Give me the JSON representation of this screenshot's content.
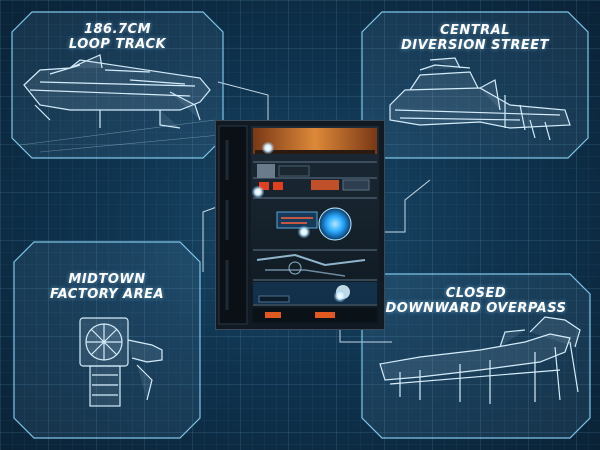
{
  "colors": {
    "background": "#0f3450",
    "panel_stroke": "#7fc4e8",
    "connector": "#e8f4ff",
    "accent_blue": "#2aa8ff",
    "accent_orange": "#ff8a2a"
  },
  "callouts": {
    "loop_track": {
      "line1": "186.7CM",
      "line2": "LOOP TRACK",
      "icon": "loop-track-model"
    },
    "central_diversion": {
      "line1": "CENTRAL",
      "line2": "DIVERSION STREET",
      "icon": "diversion-street-model"
    },
    "midtown_factory": {
      "line1": "MIDTOWN",
      "line2": "FACTORY AREA",
      "icon": "factory-fan-model"
    },
    "closed_overpass": {
      "line1": "CLOSED",
      "line2": "DOWNWARD OVERPASS",
      "icon": "overpass-model"
    }
  },
  "product": {
    "icon": "cabinet-model"
  }
}
